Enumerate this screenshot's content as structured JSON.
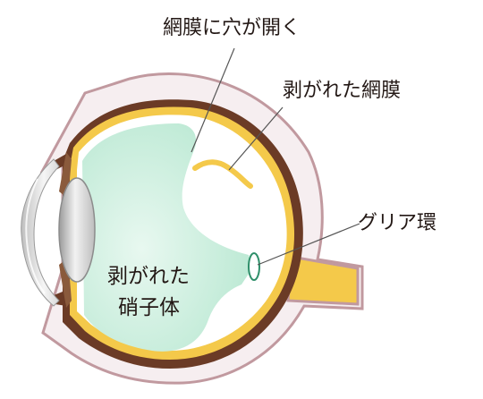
{
  "labels": {
    "retinal_hole": "網膜に穴が開く",
    "detached_retina": "剥がれた網膜",
    "glial_ring": "グリア環",
    "detached_vitreous_line1": "剥がれた",
    "detached_vitreous_line2": "硝子体"
  },
  "colors": {
    "sclera_outline": "#c1999f",
    "choroid": "#6b3b26",
    "retina": "#f4c94a",
    "vitreous": "#c8eedd",
    "lens": "#c9c9c9",
    "cornea": "#e6e6e6",
    "iris": "#8a5a3c"
  }
}
